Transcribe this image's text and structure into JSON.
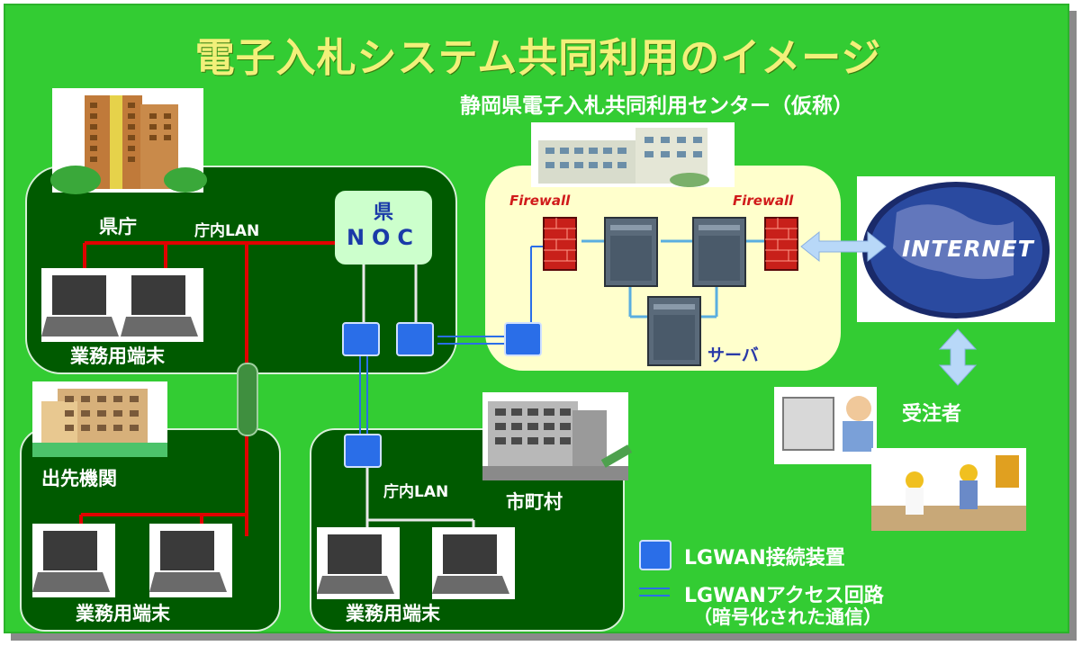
{
  "title": "電子入札システム共同利用のイメージ",
  "center": {
    "name": "静岡県電子入札共同利用センター（仮称）",
    "firewall_left": "Firewall",
    "firewall_right": "Firewall",
    "server_label": "サーバ"
  },
  "internet_label": "INTERNET",
  "contractor_label": "受注者",
  "prefecture": {
    "name": "県庁",
    "lan_label": "庁内LAN",
    "noc_line1": "県",
    "noc_line2": "NOC",
    "terminal_label": "業務用端末"
  },
  "branch": {
    "name": "出先機関",
    "terminal_label": "業務用端末"
  },
  "municipality": {
    "name": "市町村",
    "lan_label": "庁内LAN",
    "terminal_label": "業務用端末"
  },
  "legend": {
    "device_label": "LGWAN接続装置",
    "line_label": "LGWANアクセス回路",
    "line_sublabel": "（暗号化された通信）"
  },
  "colors": {
    "background": "#33cc33",
    "panel": "#005a00",
    "lan_line": "#e00000",
    "lgwan_device": "#2a6ee8",
    "lgwan_line": "#2a6ee8",
    "center_panel": "#ffffcc",
    "title": "#f2f07a"
  }
}
